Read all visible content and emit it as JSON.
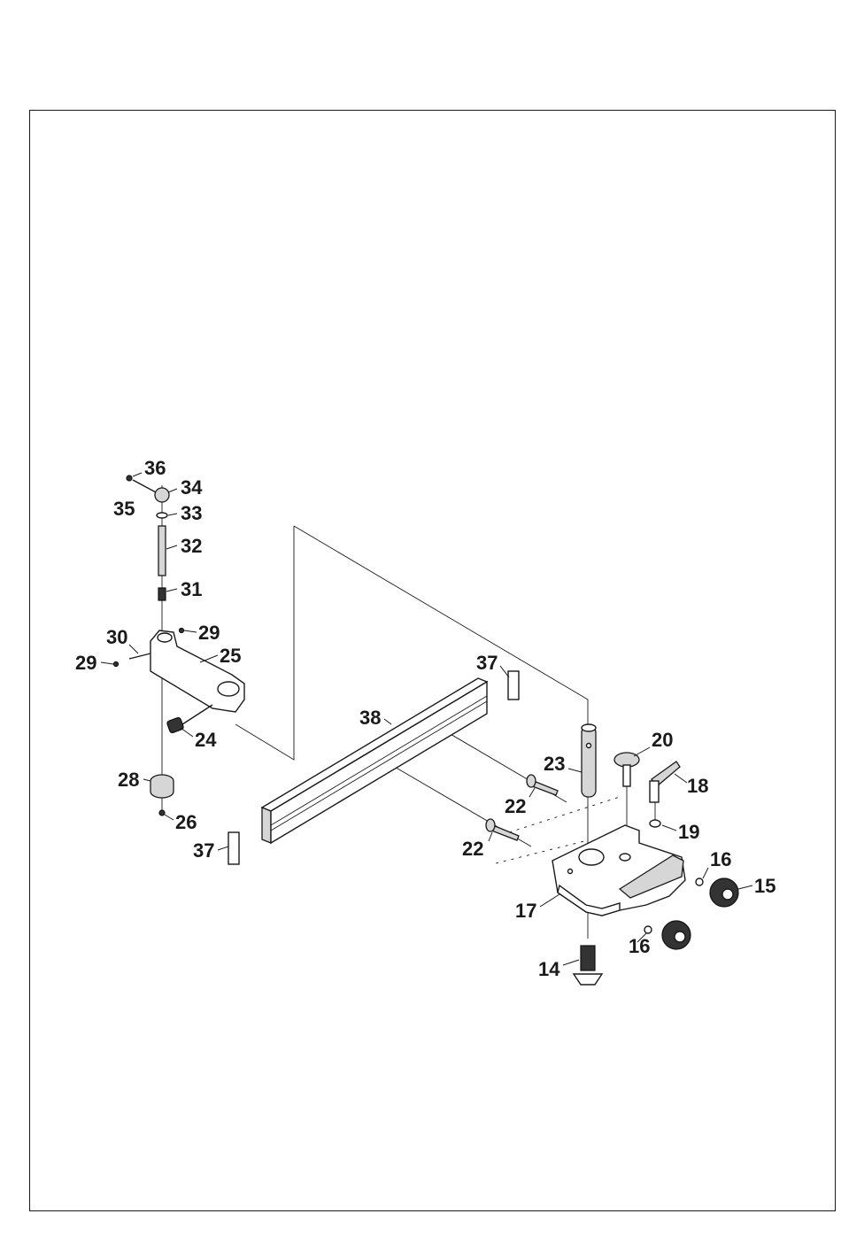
{
  "diagram": {
    "callouts": [
      {
        "id": "36",
        "label": "36"
      },
      {
        "id": "34",
        "label": "34"
      },
      {
        "id": "35",
        "label": "35"
      },
      {
        "id": "33",
        "label": "33"
      },
      {
        "id": "32",
        "label": "32"
      },
      {
        "id": "31",
        "label": "31"
      },
      {
        "id": "30",
        "label": "30"
      },
      {
        "id": "29a",
        "label": "29"
      },
      {
        "id": "29b",
        "label": "29"
      },
      {
        "id": "25",
        "label": "25"
      },
      {
        "id": "24",
        "label": "24"
      },
      {
        "id": "28",
        "label": "28"
      },
      {
        "id": "26",
        "label": "26"
      },
      {
        "id": "37a",
        "label": "37"
      },
      {
        "id": "37b",
        "label": "37"
      },
      {
        "id": "38",
        "label": "38"
      },
      {
        "id": "23",
        "label": "23"
      },
      {
        "id": "22a",
        "label": "22"
      },
      {
        "id": "22b",
        "label": "22"
      },
      {
        "id": "20",
        "label": "20"
      },
      {
        "id": "18",
        "label": "18"
      },
      {
        "id": "19",
        "label": "19"
      },
      {
        "id": "16a",
        "label": "16"
      },
      {
        "id": "16b",
        "label": "16"
      },
      {
        "id": "15",
        "label": "15"
      },
      {
        "id": "17",
        "label": "17"
      },
      {
        "id": "14",
        "label": "14"
      }
    ]
  }
}
